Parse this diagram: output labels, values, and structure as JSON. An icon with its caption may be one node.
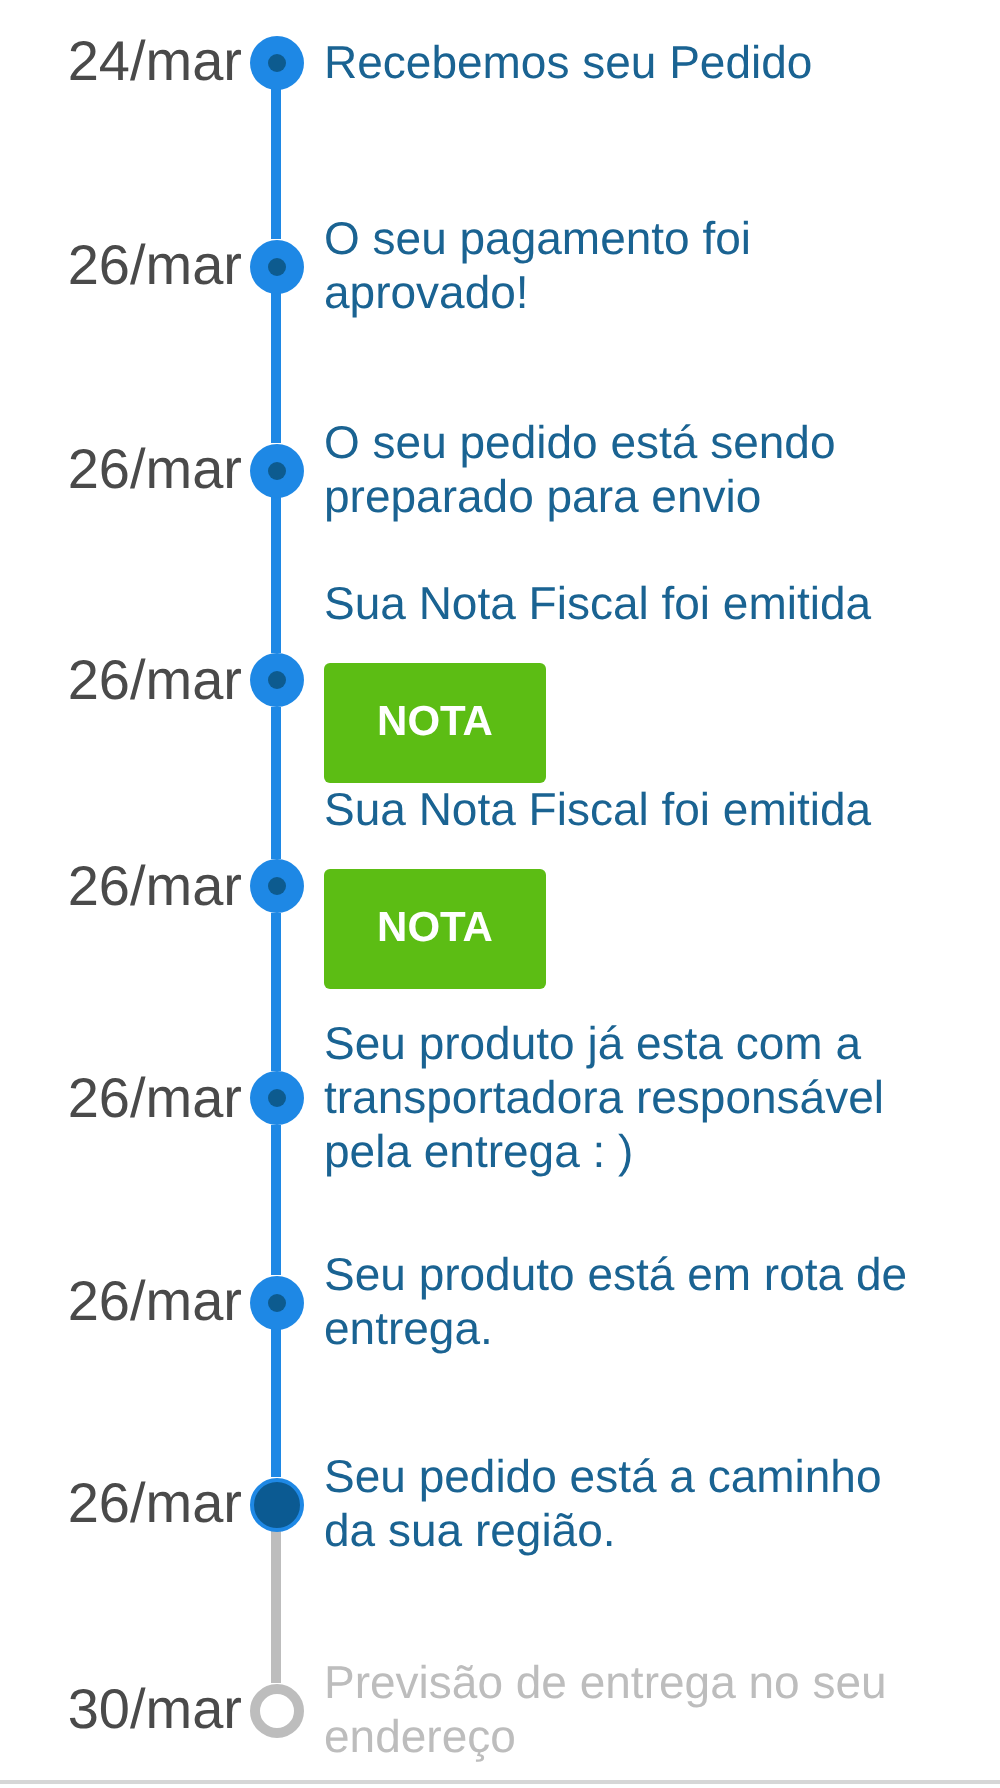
{
  "diagram": {
    "nodes": [
      {
        "text": [],
        "shape": "circle",
        "beside": [
          "24/mar",
          "Recebemos seu Pedido"
        ]
      },
      {
        "text": [],
        "shape": "circle",
        "beside": [
          "26/mar",
          "O seu pagamento foi aprovado!"
        ]
      },
      {
        "text": [],
        "shape": "circle",
        "beside": [
          "26/mar",
          "O seu pedido está sendo preparado para envio"
        ]
      },
      {
        "text": [],
        "shape": "circle",
        "beside": [
          "26/mar",
          "Sua Nota Fiscal foi emitida"
        ]
      },
      {
        "text": [
          "NOTA"
        ]
      },
      {
        "text": [],
        "shape": "circle",
        "beside": [
          "26/mar"
        ]
      },
      {
        "text": [
          "NOTA"
        ]
      },
      {
        "text": [],
        "shape": "circle",
        "beside": [
          "26/mar",
          "Seu produto já esta com a transportadora responsável pela entrega : )"
        ]
      },
      {
        "text": [],
        "shape": "circle",
        "beside": [
          "26/mar",
          "Seu produto está em rota de entrega."
        ]
      },
      {
        "text": [],
        "shape": "circle",
        "beside": [
          "26/mar",
          "Seu pedido está a caminho da sua região."
        ]
      },
      {
        "text": [],
        "shape": "circle",
        "beside": [
          "30/mar",
          "Previsão de entrega no seu endereço"
        ]
      }
    ],
    "edges": [
      {
        "from": 0,
        "to": 1,
        "arrow": "none"
      },
      {
        "from": 1,
        "to": 2,
        "arrow": "none"
      },
      {
        "from": 2,
        "to": 3,
        "arrow": "none"
      },
      {
        "from": 3,
        "to": 5,
        "arrow": "none"
      },
      {
        "from": 5,
        "to": 7,
        "arrow": "none"
      },
      {
        "from": 7,
        "to": 8,
        "arrow": "none"
      },
      {
        "from": 8,
        "to": 9,
        "arrow": "none"
      },
      {
        "from": 9,
        "to": 10,
        "arrow": "none",
        "color": "#bdbdbd"
      }
    ],
    "labels": [
      "Sua Nota Fiscal foi emitida"
    ]
  }
}
